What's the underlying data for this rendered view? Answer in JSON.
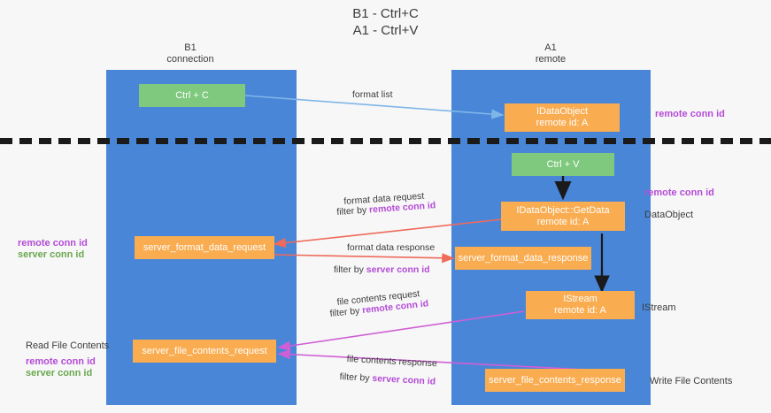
{
  "title": {
    "line1": "B1 - Ctrl+C",
    "line2": "A1 - Ctrl+V"
  },
  "columns": [
    {
      "name": "B1",
      "role": "connection"
    },
    {
      "name": "A1",
      "role": "remote"
    }
  ],
  "nodes": {
    "ctrl_c": "Ctrl + C",
    "ctrl_v": "Ctrl + V",
    "idataobject_l1": "IDataObject",
    "idataobject_l2": "remote id: A",
    "getdata_l1": "IDataObject::GetData",
    "getdata_l2": "remote id: A",
    "server_format_data_request": "server_format_data_request",
    "server_format_data_response": "server_format_data_response",
    "istream_l1": "IStream",
    "istream_l2": "remote id: A",
    "server_file_contents_request": "server_file_contents_request",
    "server_file_contents_response": "server_file_contents_response"
  },
  "annotations": {
    "format_list": "format list",
    "format_data_request": "format data request",
    "filter_by": "filter by ",
    "remote_conn_id": "remote conn id",
    "server_conn_id": "server conn id",
    "format_data_response": "format data response",
    "file_contents_request": "file contents request",
    "file_contents_response": "file contents response"
  },
  "side_labels": {
    "top_right_remote_conn_id": "remote conn id",
    "mid_right_remote_conn_id": "remote conn id",
    "left_remote_conn_id": "remote conn id",
    "left_server_conn_id": "server conn id",
    "read_file_contents": "Read File Contents",
    "left_file_remote_conn_id": "remote conn id",
    "left_file_server_conn_id": "server conn id",
    "dataobject": "DataObject",
    "istream": "IStream",
    "write_file_contents": "Write File Contents"
  },
  "colors": {
    "lane": "#4a86d8",
    "green_node": "#7ec97e",
    "orange_node": "#f9ac50",
    "purple_text": "#b44bd6",
    "green_text": "#6aa84f",
    "arrow_blue": "#7fb6e8",
    "arrow_red": "#ef6a5a",
    "arrow_magenta": "#cf5fd6",
    "arrow_black": "#1a1a1a",
    "background": "#f7f7f7"
  }
}
